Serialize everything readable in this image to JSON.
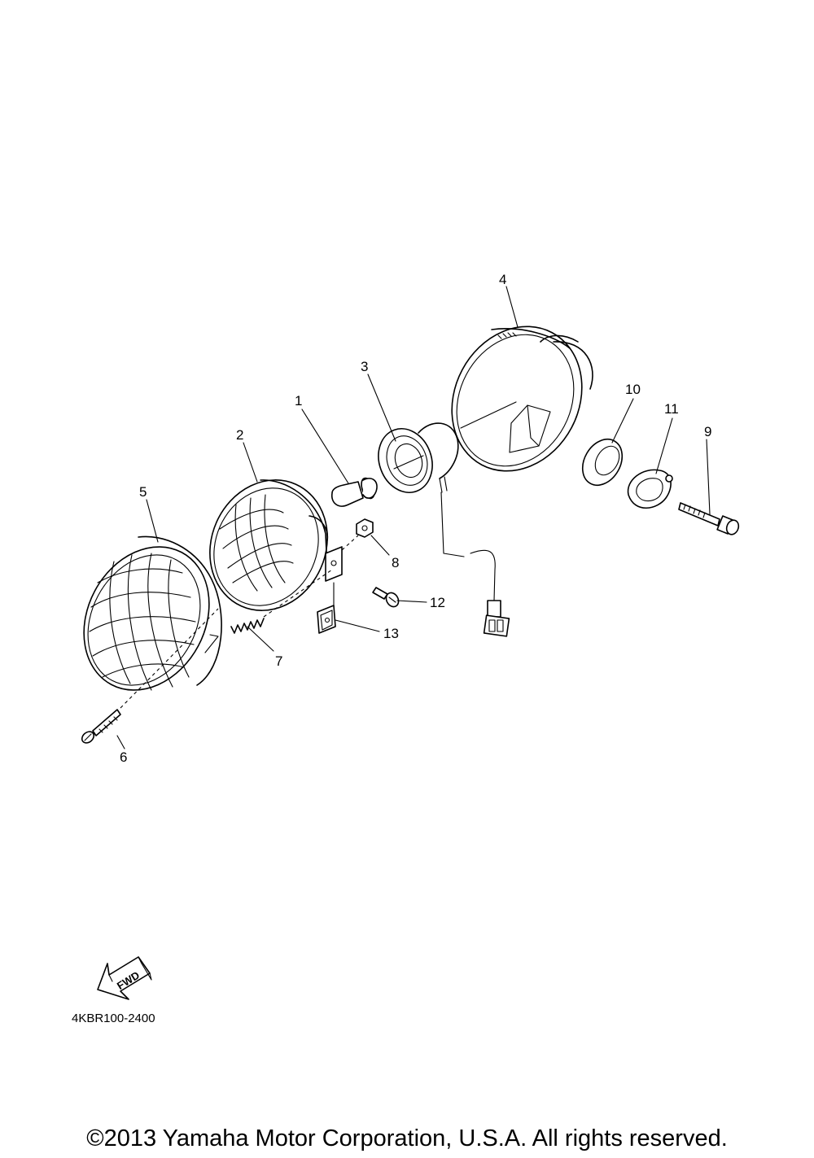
{
  "parts": [
    {
      "label": "1",
      "name": "bulb"
    },
    {
      "label": "2",
      "name": "lens-unit"
    },
    {
      "label": "3",
      "name": "socket"
    },
    {
      "label": "4",
      "name": "housing"
    },
    {
      "label": "5",
      "name": "guard-rim"
    },
    {
      "label": "6",
      "name": "screw"
    },
    {
      "label": "7",
      "name": "spring"
    },
    {
      "label": "8",
      "name": "nut"
    },
    {
      "label": "9",
      "name": "bolt"
    },
    {
      "label": "10",
      "name": "grommet"
    },
    {
      "label": "11",
      "name": "plate"
    },
    {
      "label": "12",
      "name": "screw"
    },
    {
      "label": "13",
      "name": "clip-nut"
    }
  ],
  "fwd_label": "FWD",
  "diagram_code": "4KBR100-2400",
  "copyright": "©2013 Yamaha Motor Corporation, U.S.A. All rights reserved."
}
